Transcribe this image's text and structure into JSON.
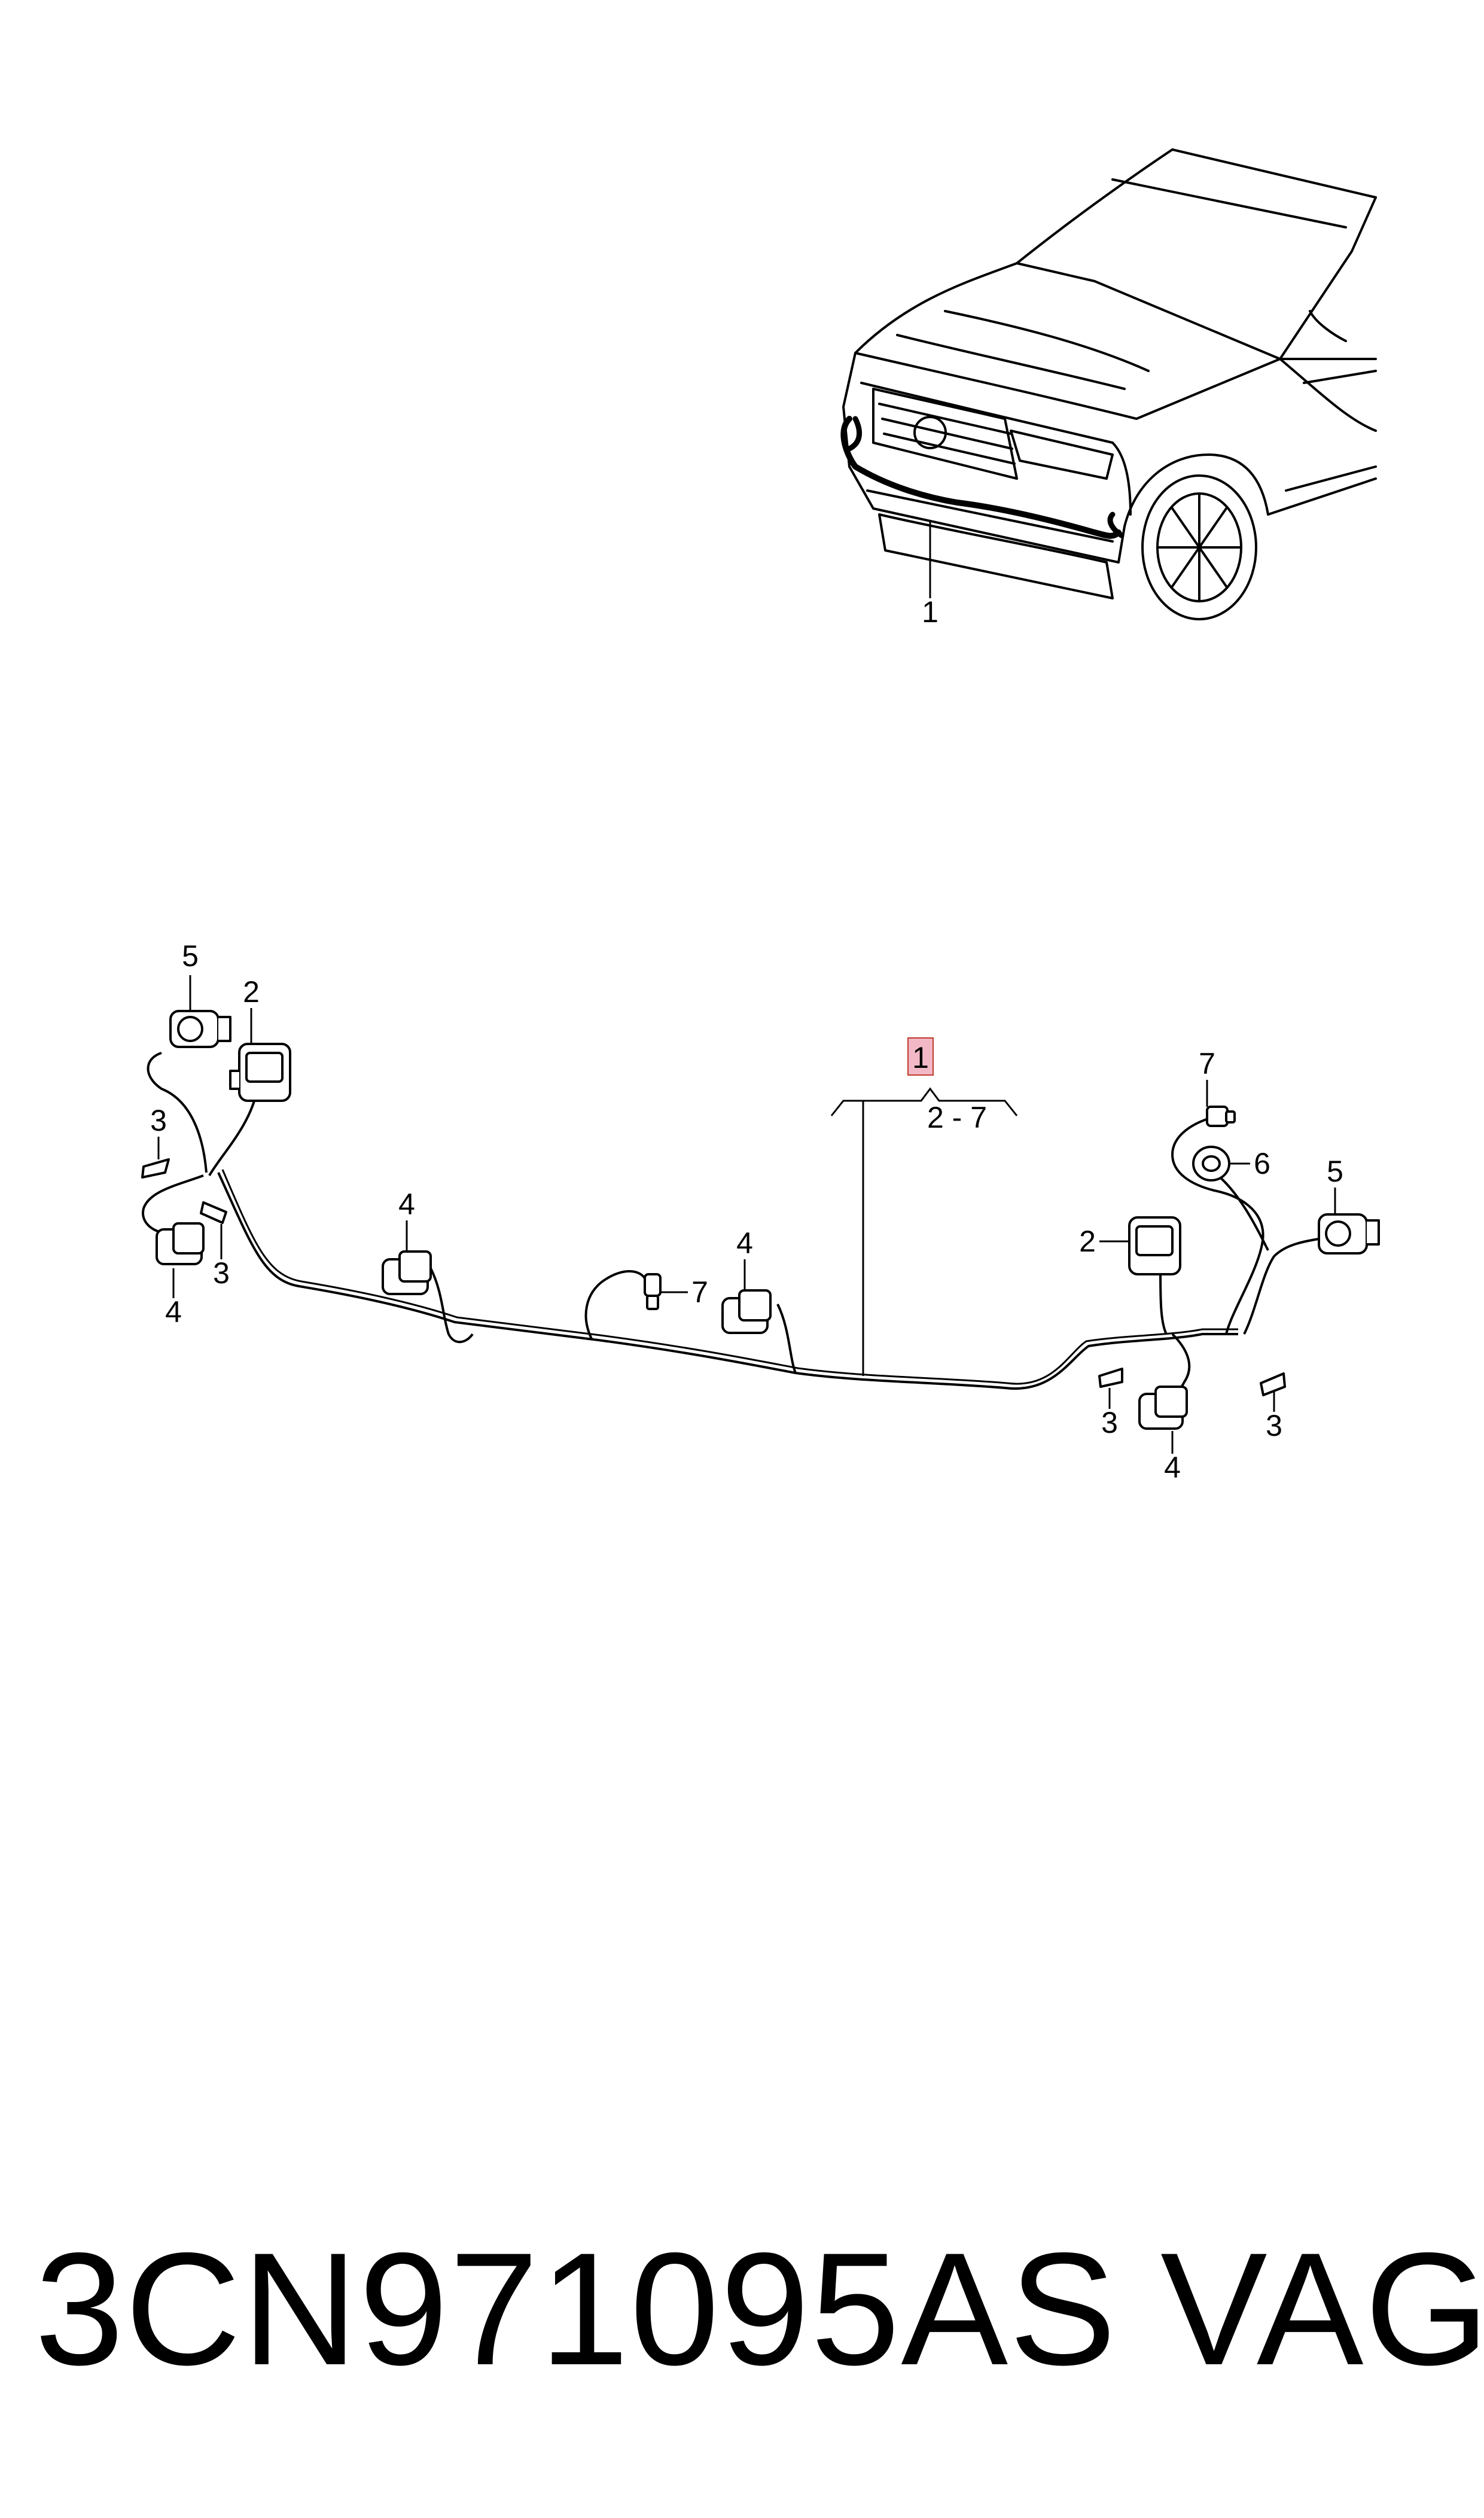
{
  "diagram": {
    "overview_callout": "1",
    "assembly_callout": "1",
    "range_label": "2 - 7",
    "callouts": {
      "left": {
        "sensor_top": "5",
        "connector": "2",
        "clip_upper": "3",
        "sensor_mid": "4",
        "clip_lower": "3",
        "sensor_lower": "4"
      },
      "center": {
        "sensor_a": "4",
        "plug_a": "7",
        "sensor_b": "4"
      },
      "right": {
        "plug": "7",
        "grommet": "6",
        "sensor_top": "5",
        "connector": "2",
        "clip_left": "3",
        "sensor_lower": "4",
        "clip_right": "3"
      }
    },
    "highlight_color": "#f2b8c6",
    "line_color": "#000000"
  },
  "footer": {
    "part_number": "3CN971095AS",
    "brand": "VAG"
  }
}
